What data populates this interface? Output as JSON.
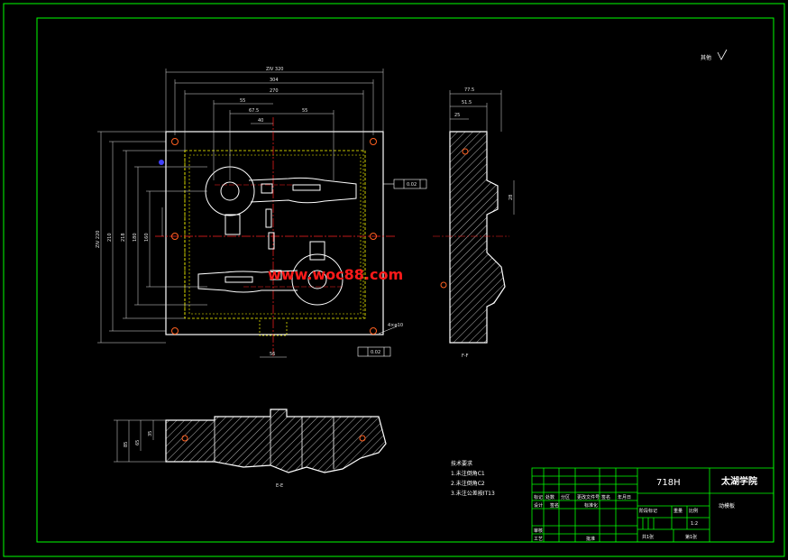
{
  "colors": {
    "background": "#000000",
    "frame": "#00ff00",
    "outline": "#ffffff",
    "dimension": "#e0e0e0",
    "centerline": "#ff2020",
    "hidden_line": "#ffff00",
    "watermark": "#ff1a1a",
    "datum": "#4040ff"
  },
  "watermark": "www.woc88.com",
  "roughness_note": "其他",
  "plan_dims": {
    "top": [
      "ZIV 320",
      "304",
      "270",
      "55",
      "67.5",
      "40",
      "55"
    ],
    "left": [
      "ZIV 220",
      "210",
      "218",
      "180",
      "160"
    ],
    "gdt_parallel": "0.02",
    "gdt_perp": "0.02",
    "hole_note": "4×φ10",
    "bottom_width": "56"
  },
  "side_view": {
    "dims": [
      "77.5",
      "51.5",
      "25",
      "28"
    ],
    "section_label": "F-F"
  },
  "section_view": {
    "dims": [
      "35",
      "65",
      "85"
    ],
    "section_label": "E-E"
  },
  "notes": {
    "title": "技术要求",
    "items": [
      "1.未注倒角C1",
      "2.未注倒角C2",
      "3.未注公差按IT13"
    ]
  },
  "title_block": {
    "part_number": "718H",
    "school": "太湖学院",
    "drawing_name": "动模板",
    "headers": [
      "标记",
      "处数",
      "分区",
      "更改文件号",
      "签名",
      "年月日"
    ],
    "row2": [
      "设计",
      "签名",
      "标准化"
    ],
    "stage_headers": [
      "阶段标记",
      "重量",
      "比例"
    ],
    "ratio": "1:2",
    "review_labels": [
      "审核",
      "工艺",
      "批准"
    ],
    "sheet_total": "共1张",
    "sheet_index": "第1张"
  }
}
